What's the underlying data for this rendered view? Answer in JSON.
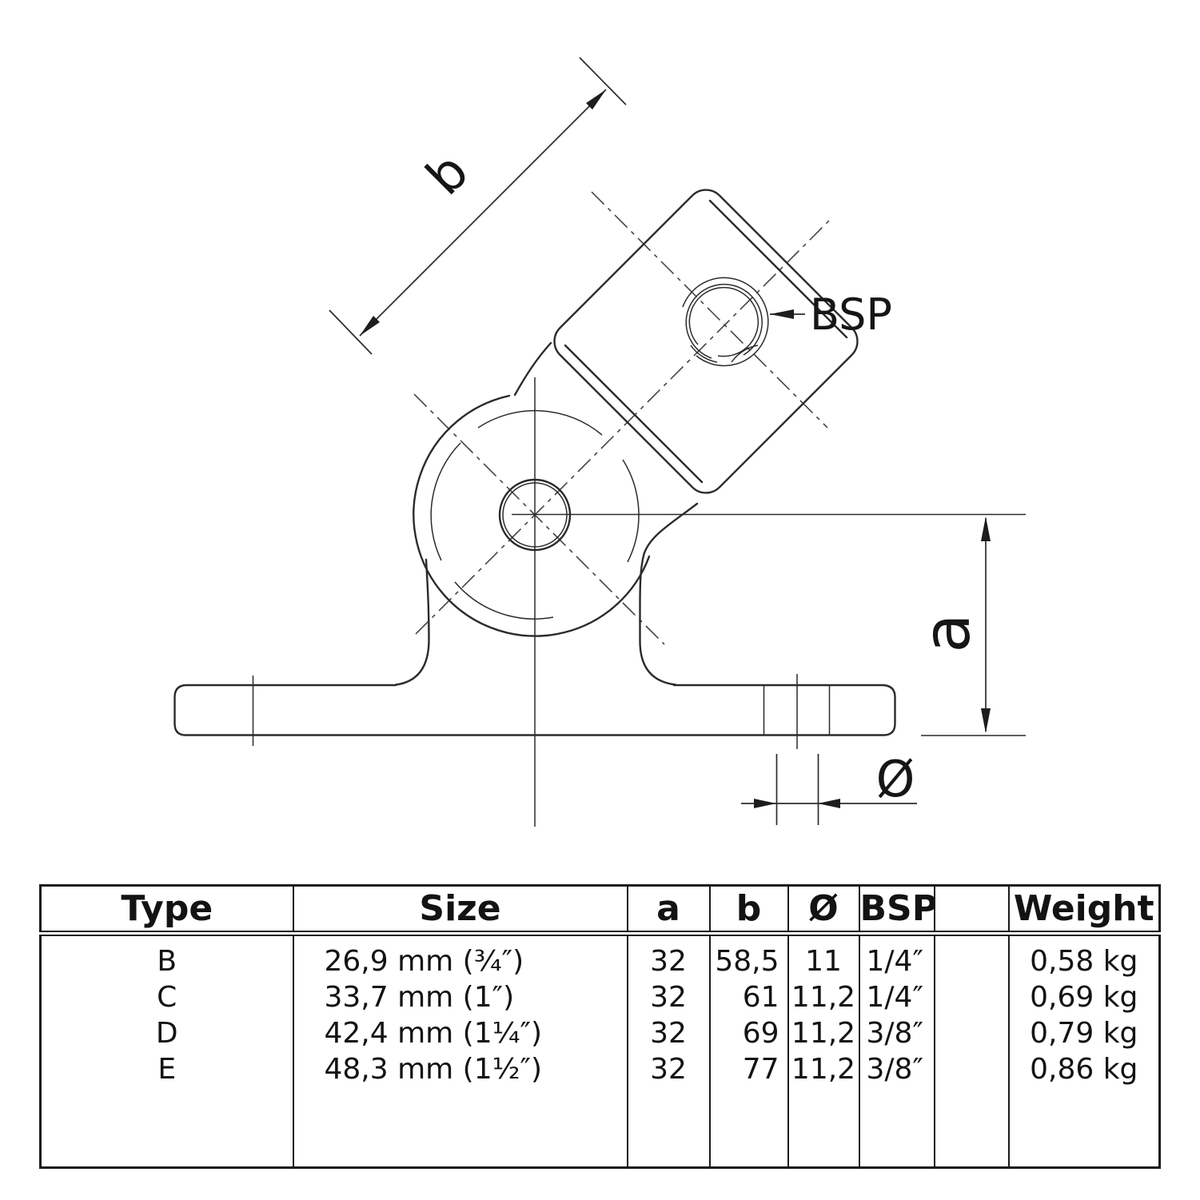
{
  "drawing": {
    "labels": {
      "b": "b",
      "a": "a",
      "diameter": "Ø",
      "bsp": "BSP"
    }
  },
  "table": {
    "headers": {
      "type": "Type",
      "size": "Size",
      "a": "a",
      "b": "b",
      "diameter": "Ø",
      "bsp": "BSP",
      "spacer": "",
      "weight": "Weight"
    },
    "rows": [
      {
        "type": "B",
        "size": "26,9 mm (¾″)",
        "a": "32",
        "b": "58,5",
        "diameter": "11",
        "bsp": "1/4″",
        "spacer": "",
        "weight": "0,58 kg"
      },
      {
        "type": "C",
        "size": "33,7 mm (1″)",
        "a": "32",
        "b": "61",
        "diameter": "11,2",
        "bsp": "1/4″",
        "spacer": "",
        "weight": "0,69 kg"
      },
      {
        "type": "D",
        "size": "42,4 mm (1¼″)",
        "a": "32",
        "b": "69",
        "diameter": "11,2",
        "bsp": "3/8″",
        "spacer": "",
        "weight": "0,79 kg"
      },
      {
        "type": "E",
        "size": "48,3 mm (1½″)",
        "a": "32",
        "b": "77",
        "diameter": "11,2",
        "bsp": "3/8″",
        "spacer": "",
        "weight": "0,86 kg"
      }
    ]
  },
  "colors": {
    "ink": "#1d1d1d",
    "line": "#2b2b2b",
    "background": "#ffffff"
  }
}
